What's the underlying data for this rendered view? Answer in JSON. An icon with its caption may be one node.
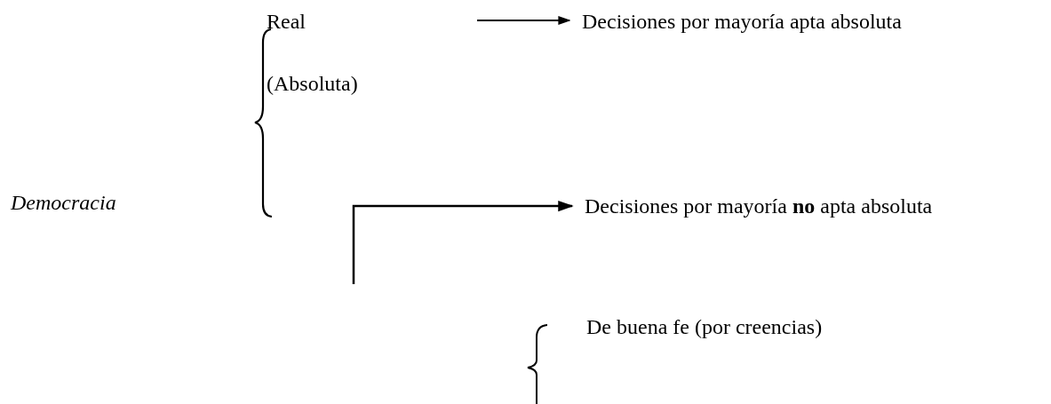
{
  "diagram": {
    "nodes": [
      {
        "text": [
          "Democracia"
        ]
      },
      {
        "text": [
          "Real"
        ]
      },
      {
        "text": [
          "(Absoluta)"
        ]
      },
      {
        "text": [
          "Decisiones por mayoría apta absoluta"
        ]
      },
      {
        "text": [
          "Decisiones por mayoría **no** apta absoluta"
        ]
      },
      {
        "text": [
          "De buena fe (por creencias)"
        ]
      }
    ],
    "edges": [
      {
        "from": null,
        "to": 3,
        "arrow": "to"
      },
      {
        "from": null,
        "to": 4,
        "arrow": "to"
      }
    ]
  }
}
